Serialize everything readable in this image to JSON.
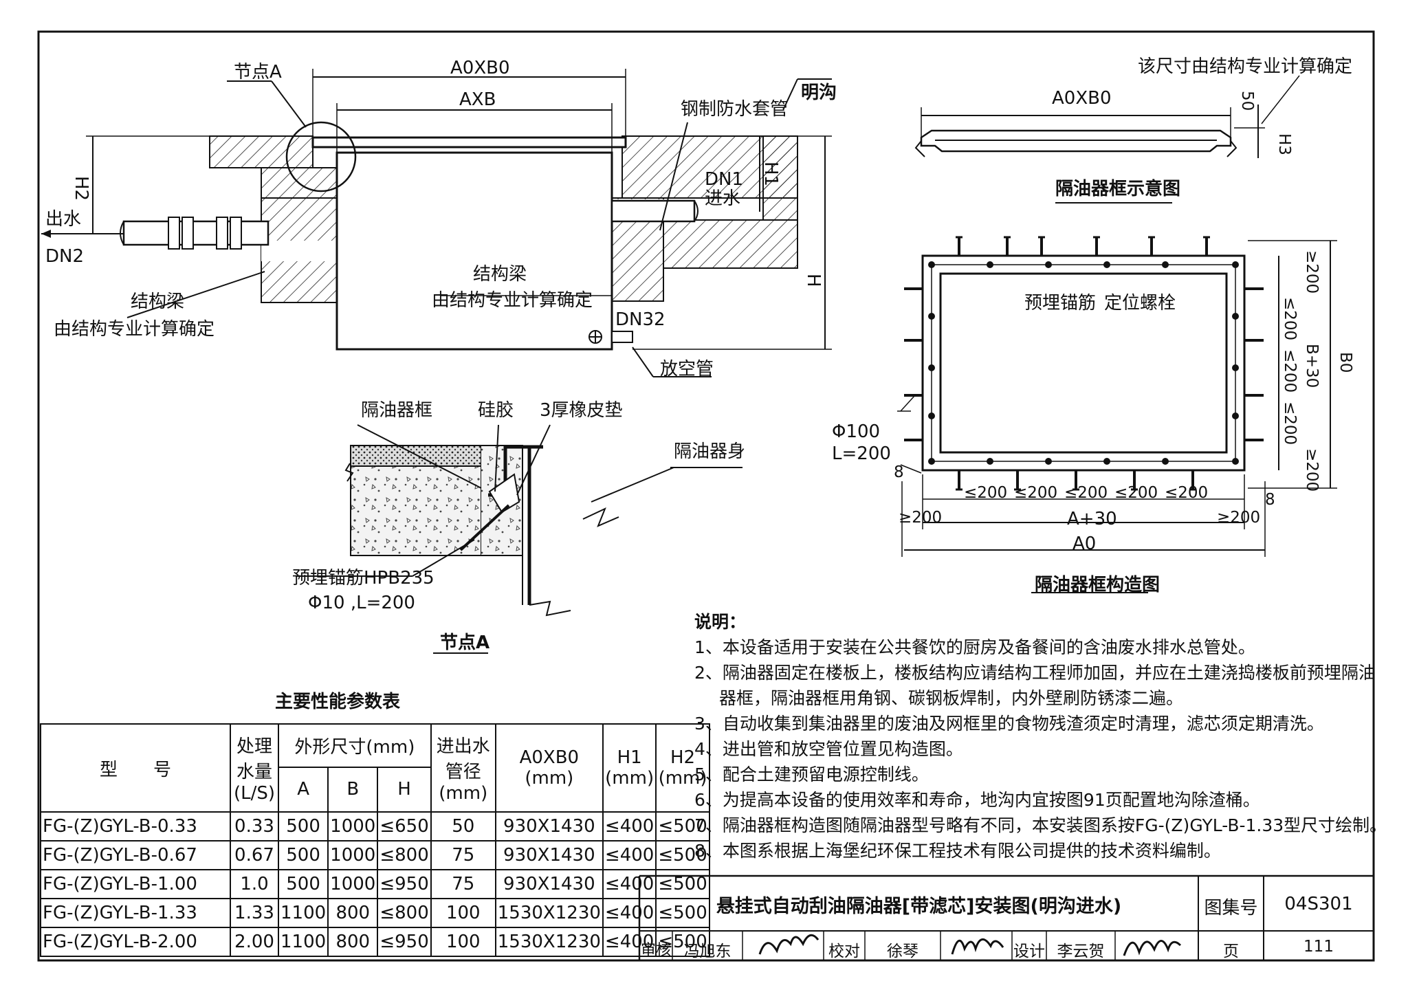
{
  "main_drawing": {
    "node_a": "节点A",
    "a0xb0": "A0XB0",
    "axb": "AXB",
    "steel_sleeve": "钢制防水套管",
    "open_ditch": "明沟",
    "dn1": "DN1",
    "inlet": "进水",
    "h1": "H1",
    "h2": "H2",
    "h": "H",
    "outlet": "出水",
    "dn2": "DN2",
    "beam_left_1": "结构梁",
    "beam_left_2": "由结构专业计算确定",
    "beam_mid_1": "结构梁",
    "beam_mid_2": "由结构专业计算确定",
    "dn32": "DN32",
    "vent_pipe": "放空管"
  },
  "frame_sketch": {
    "note": "该尺寸由结构专业计算确定",
    "a0xb0": "A0XB0",
    "dim50": "50",
    "h3": "H3",
    "title": "隔油器框示意图"
  },
  "frame_structure": {
    "anchor": "预埋锚筋",
    "bolt": "定位螺栓",
    "phi100": "Φ100",
    "l200": "L=200",
    "ge200": "≥200",
    "le200": "≤200",
    "b_plus_30": "B+30",
    "b0": "B0",
    "a_plus_30": "A+30",
    "a0": "A0",
    "eight": "8",
    "title": "隔油器框构造图"
  },
  "node_detail": {
    "frame": "隔油器框",
    "silicone": "硅胶",
    "rubber_pad": "3厚橡皮垫",
    "body": "隔油器身",
    "anchor_1": "预埋锚筋HPB235",
    "anchor_2": "Φ10 ,L=200",
    "title": "节点A"
  },
  "table": {
    "title": "主要性能参数表",
    "headers": {
      "model": "型　　号",
      "flow": "处理水量(L/S)",
      "size": "外形尺寸(mm)",
      "a": "A",
      "b": "B",
      "h": "H",
      "pipe": "进出水管径(mm)",
      "a0xb0": "A0XB0 (mm)",
      "h1": "H1 (mm)",
      "h2": "H2 (mm)"
    },
    "rows": [
      [
        "FG-(Z)GYL-B-0.33",
        "0.33",
        "500",
        "1000",
        "≤650",
        "50",
        "930X1430",
        "≤400",
        "≤500"
      ],
      [
        "FG-(Z)GYL-B-0.67",
        "0.67",
        "500",
        "1000",
        "≤800",
        "75",
        "930X1430",
        "≤400",
        "≤500"
      ],
      [
        "FG-(Z)GYL-B-1.00",
        "1.0",
        "500",
        "1000",
        "≤950",
        "75",
        "930X1430",
        "≤400",
        "≤500"
      ],
      [
        "FG-(Z)GYL-B-1.33",
        "1.33",
        "1100",
        "800",
        "≤800",
        "100",
        "1530X1230",
        "≤400",
        "≤500"
      ],
      [
        "FG-(Z)GYL-B-2.00",
        "2.00",
        "1100",
        "800",
        "≤950",
        "100",
        "1530X1230",
        "≤400",
        "≤500"
      ]
    ]
  },
  "notes": {
    "heading": "说明：",
    "items": [
      "1、本设备适用于安装在公共餐饮的厨房及备餐间的含油废水排水总管处。",
      "2、隔油器固定在楼板上，楼板结构应请结构工程师加固，并应在土建浇捣楼板前预埋隔油",
      "器框，隔油器框用角钢、碳钢板焊制，内外壁刷防锈漆二遍。",
      "3、自动收集到集油器里的废油及网框里的食物残渣须定时清理，滤芯须定期清洗。",
      "4、进出管和放空管位置见构造图。",
      "5、配合土建预留电源控制线。",
      "6、为提高本设备的使用效率和寿命，地沟内宜按图91页配置地沟除渣桶。",
      "7、隔油器框构造图随隔油器型号略有不同，本安装图系按FG-(Z)GYL-B-1.33型尺寸绘制。",
      "8、本图系根据上海堡纪环保工程技术有限公司提供的技术资料编制。"
    ]
  },
  "title_block": {
    "title": "悬挂式自动刮油隔油器[带滤芯]安装图(明沟进水)",
    "atlas_label": "图集号",
    "atlas_no": "04S301",
    "review_label": "审核",
    "reviewer": "冯旭东",
    "check_label": "校对",
    "checker": "徐琴",
    "design_label": "设计",
    "designer": "李云贺",
    "page_label": "页",
    "page_no": "111"
  }
}
